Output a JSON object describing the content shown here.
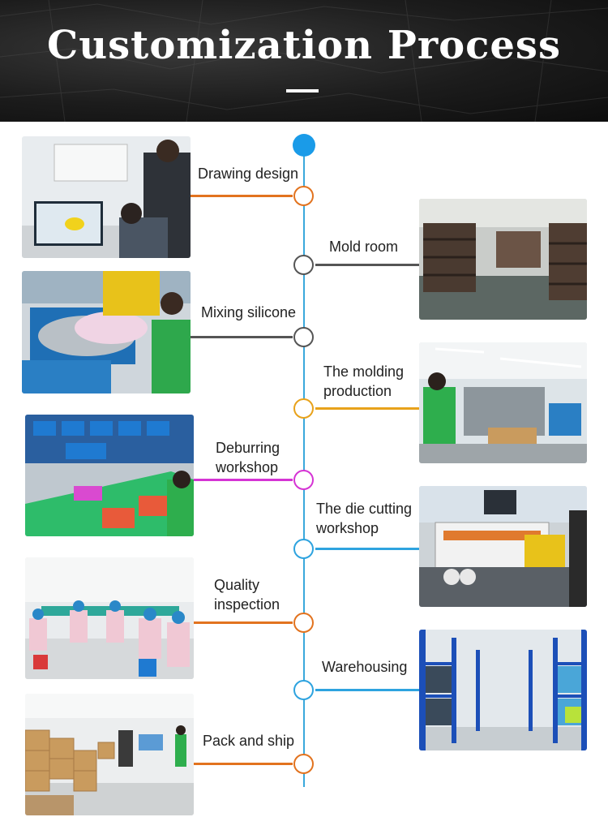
{
  "header": {
    "title": "Customization Process"
  },
  "steps": [
    {
      "label": "Drawing design",
      "color": "#e2731f",
      "photo": "office-designer-at-computer-photo"
    },
    {
      "label": "Mold room",
      "color": "#555555",
      "photo": "mold-storage-shelves-photo"
    },
    {
      "label": "Mixing silicone",
      "color": "#555555",
      "photo": "silicone-mixing-machine-photo"
    },
    {
      "label": "The molding\nproduction",
      "color": "#e8a21b",
      "photo": "molding-factory-workers-photo"
    },
    {
      "label": "Deburring\nworkshop",
      "color": "#d534d4",
      "photo": "deburring-workbench-photo"
    },
    {
      "label": "The die cutting\nworkshop",
      "color": "#2ea3df",
      "photo": "die-cutting-machine-photo"
    },
    {
      "label": "Quality\ninspection",
      "color": "#e2731f",
      "photo": "quality-inspection-workers-photo"
    },
    {
      "label": "Warehousing",
      "color": "#2ea3df",
      "photo": "warehouse-blue-shelves-photo"
    },
    {
      "label": "Pack and ship",
      "color": "#e2731f",
      "photo": "packing-boxes-warehouse-photo"
    }
  ],
  "timeline": {
    "line_color": "#3aa8dc",
    "top_dot_color": "#1a9be8"
  }
}
